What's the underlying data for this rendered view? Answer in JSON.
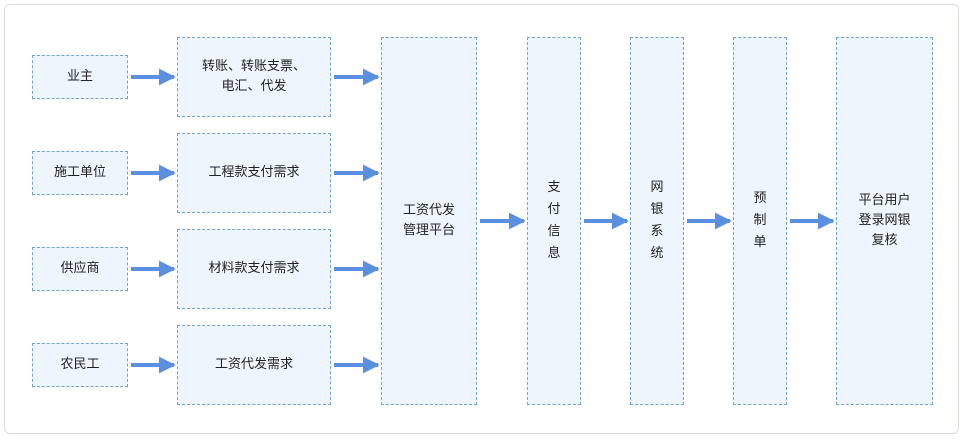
{
  "colors": {
    "box_fill": "#eef5fc",
    "box_border": "#6fa3d6",
    "arrow": "#5b8fe0",
    "frame_border": "#d9dde3"
  },
  "parties": {
    "owner": "业主",
    "contractor": "施工单位",
    "supplier": "供应商",
    "worker": "农民工"
  },
  "requests": {
    "transfer": "转账、转账支票、\n电汇、代发",
    "project": "工程款支付需求",
    "material": "材料款支付需求",
    "wage": "工资代发需求"
  },
  "platform": "工资代发\n管理平台",
  "payment_info": "支\n付\n信\n息",
  "bank_system": "网\n银\n系\n统",
  "pre_order": "预\n制\n单",
  "review": "平台用户\n登录网银\n复核"
}
